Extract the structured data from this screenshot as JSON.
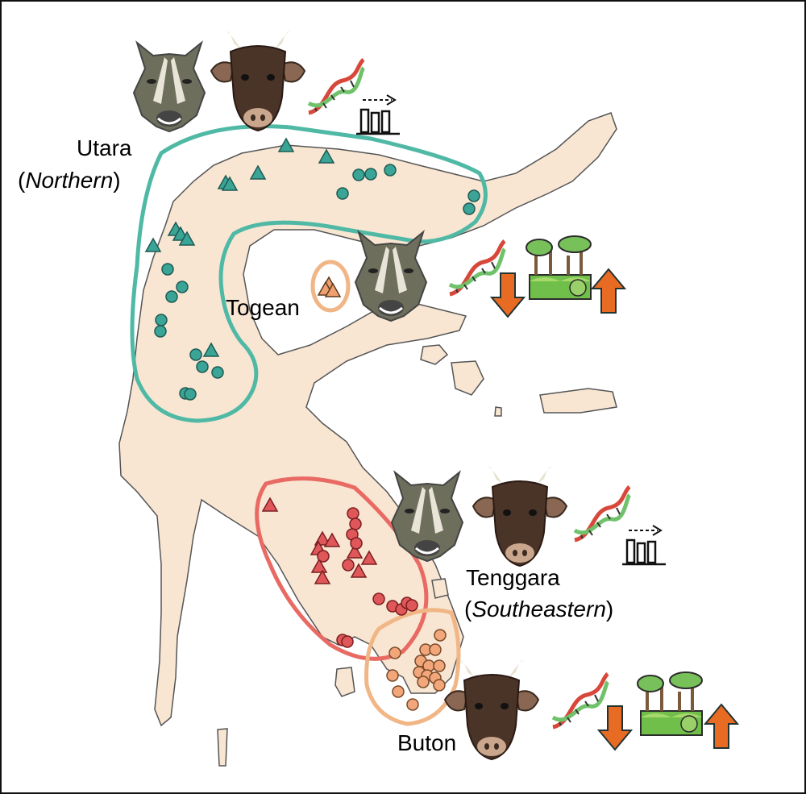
{
  "regions": {
    "utara": {
      "name": "Utara",
      "english": "Northern"
    },
    "togean": {
      "name": "Togean"
    },
    "tenggara": {
      "name": "Tenggara",
      "english": "Southeastern"
    },
    "buton": {
      "name": "Buton"
    }
  },
  "colors": {
    "land": "#f8e6d3",
    "utara": "#4fb9a5",
    "utara_marker": "#3aa597",
    "tenggara": "#e96a63",
    "tenggara_marker": "#e0575a",
    "buton": "#f1b686",
    "buton_marker": "#f2a77b",
    "togean_marker": "#f0a06e",
    "arrow": "#e86b24",
    "dna_red": "#d8483a",
    "dna_green": "#6fc26a",
    "forest": "#78c05a",
    "babirusa_skin": "#6e6e5c",
    "anoa_skin": "#4a3327"
  },
  "icons": {
    "animal_a": "babirusa-head-icon",
    "animal_b": "anoa-head-icon",
    "genetics": "dna-icon",
    "stable": "bar-chart-stable-icon",
    "decrease": "down-arrow-icon",
    "increase": "up-arrow-icon",
    "habitat": "forest-icon"
  }
}
